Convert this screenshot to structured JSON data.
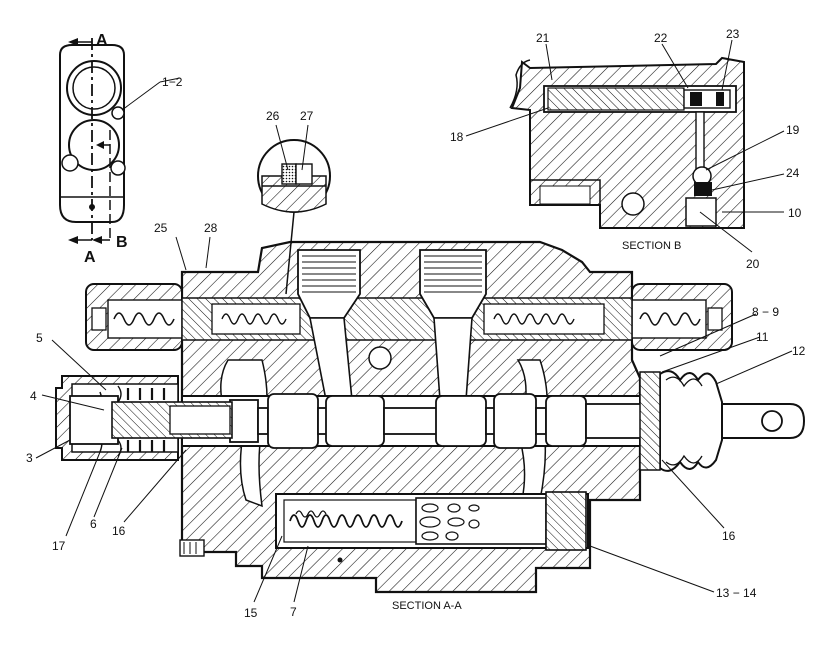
{
  "section_aa_title": "SECTION  A-A",
  "section_b_title": "SECTION  B",
  "view_marks": {
    "a_top": "A",
    "a_bottom": "A",
    "b_bottom": "B"
  },
  "callouts": {
    "c1_2": "1",
    "c1_2b": "2",
    "c3": "3",
    "c4": "4",
    "c5": "5",
    "c6": "6",
    "c7": "7",
    "c8_9": "8",
    "c8_9b": "9",
    "c10": "10",
    "c11": "11",
    "c12": "12",
    "c13_14": "13",
    "c13_14b": "14",
    "c15": "15",
    "c16a": "16",
    "c16b": "16",
    "c17": "17",
    "c18": "18",
    "c19": "19",
    "c20": "20",
    "c21": "21",
    "c22": "22",
    "c23": "23",
    "c24": "24",
    "c25": "25",
    "c26": "26",
    "c27": "27",
    "c28": "28"
  }
}
